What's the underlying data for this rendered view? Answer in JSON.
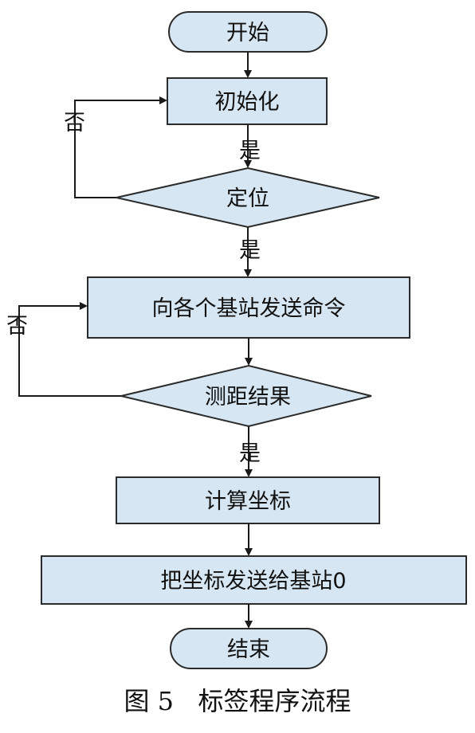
{
  "nodes": {
    "start": "开始",
    "init": "初始化",
    "locate": "定位",
    "send_cmd": "向各个基站发送命令",
    "range_result": "测距结果",
    "compute": "计算坐标",
    "send_coord": "把坐标发送给基站0",
    "end": "结束"
  },
  "edge_labels": {
    "yes": "是",
    "no": "否"
  },
  "caption": {
    "figure": "图 5",
    "title": "标签程序流程"
  },
  "colors": {
    "node_fill": "#d6e6f2",
    "node_stroke": "#2b2b2b",
    "line": "#1a1a1a"
  }
}
